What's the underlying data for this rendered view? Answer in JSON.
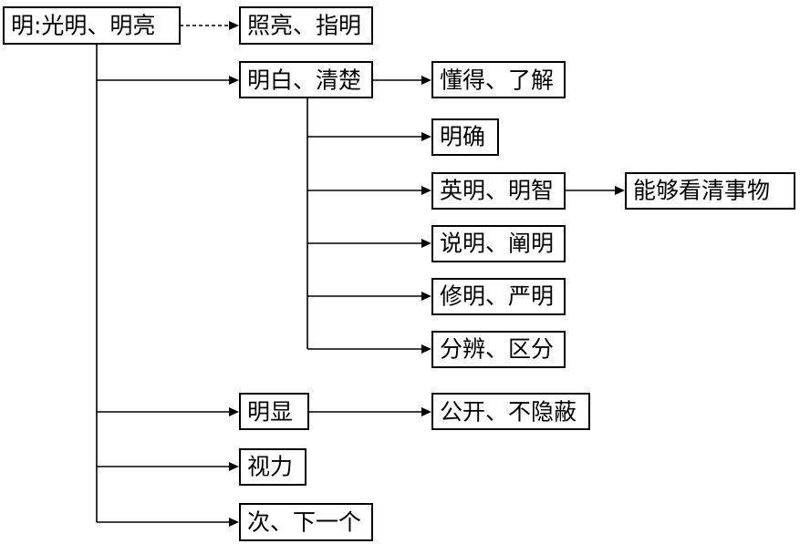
{
  "nodes": {
    "root": "明:光明、明亮",
    "zhaoliang": "照亮、指明",
    "mingbai": "明白、清楚",
    "dongde": "懂得、了解",
    "mingque": "明确",
    "yingming": "英明、明智",
    "nenggou": "能够看清事物",
    "shuoming": "说明、阐明",
    "xiuming": "修明、严明",
    "fenbian": "分辨、区分",
    "mingxian": "明显",
    "gongkai": "公开、不隐蔽",
    "shili": "视力",
    "ci": "次、下一个"
  }
}
